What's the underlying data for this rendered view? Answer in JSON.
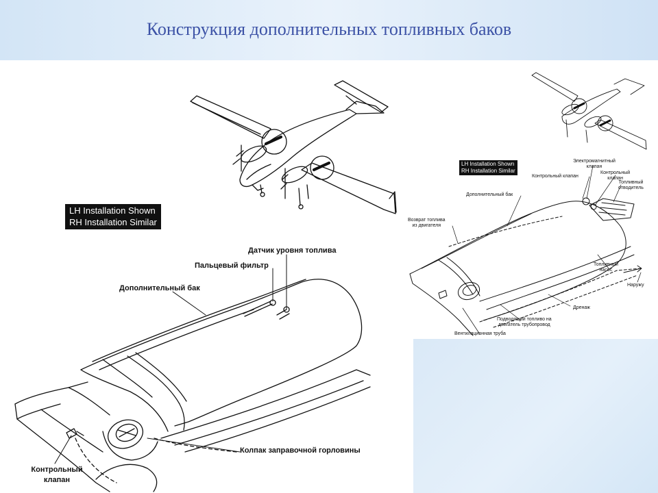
{
  "slide": {
    "title": "Конструкция дополнительных топливных баков"
  },
  "main_figure": {
    "callout_line1": "LH Installation Shown",
    "callout_line2": "RH Installation Similar",
    "labels": {
      "fuel_level_sensor": "Датчик уровня топлива",
      "finger_filter": "Пальцевый фильтр",
      "aux_tank": "Дополнительный бак",
      "filler_cap": "Колпак заправочной горловины",
      "check_valve_line1": "Контрольный",
      "check_valve_line2": "клапан"
    }
  },
  "right_figure": {
    "callout_line1": "LH Installation Shown",
    "callout_line2": "RH Installation Similar",
    "labels": {
      "solenoid_valve_line1": "Электромагнитный",
      "solenoid_valve_line2": "клапан",
      "check_valve_a_line1": "Контрольный",
      "check_valve_a_line2": "клапан",
      "check_valve_b": "Контрольный клапан",
      "aux_tank": "Дополнительный бак",
      "fuel_separator_line1": "Топливный",
      "fuel_separator_line2": "отводитель",
      "return_line1": "Возврат топлива",
      "return_line2": "из двигателя",
      "fuel_pump_line1": "Топливный",
      "fuel_pump_line2": "насос",
      "overboard": "Наружу",
      "drain": "Дренаж",
      "supply_line1": "Подводящий топливо на",
      "supply_line2": "двигатель трубопровод",
      "vent_tube": "Вентиляционная труба"
    }
  }
}
